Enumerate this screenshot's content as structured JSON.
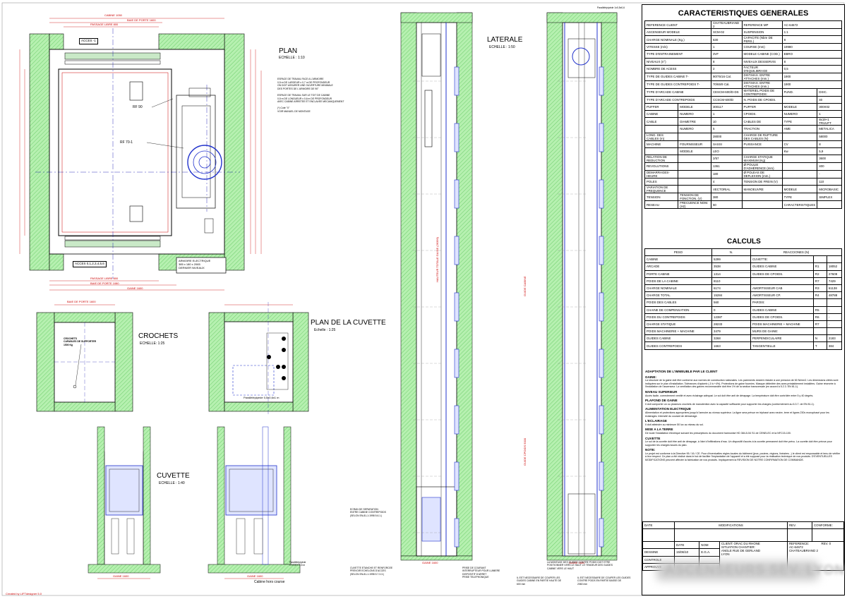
{
  "titles": {
    "plan": "PLAN",
    "plan_scale": "ECHELLE : 1:10",
    "crochets": "CROCHETS",
    "crochets_scale": "ECHELLE: 1:25",
    "plan_cuvette": "PLAN DE LA CUVETTE",
    "plan_cuvette_scale": "Echelle : 1:25",
    "cuvette": "CUVETTE",
    "cuvette_scale": "ECHELLE : 1:40",
    "laterale": "LATERALE",
    "laterale_scale": "ECHELLE : 1:50",
    "cabine_hors_course": "Cabine hors course"
  },
  "plan_labels": {
    "cabine": "CABINE 1050",
    "baie_porte": "BAIE DE PORTE 1600",
    "passage_libre": "PASSAGE LIBRE 800",
    "acces_1": "ACCES -1",
    "acces_2": "ACCES 0,1,2,3,4,5,6",
    "armoire": [
      "ARMOIRE ELECTRIQUE",
      "385 x 180 x 2065",
      "DERNIER NIVEAUX"
    ],
    "rf90": "RF  90",
    "rf701": "RF 70-1",
    "gaine_bottom": "GAINE 1600",
    "passage_bottom": "PASSAGE LIBRE 800",
    "baie_bottom": "BAIE DE PORTE 1080",
    "notes": [
      "ESPACE DE TRAVAIL FACE A L'ARMOIRE",
      "0,5 m DE LARGEUR x 0,7 m DE PROFONDEUR",
      "ON DOIT ASSURER UNE OUVERTURE MINIMALE",
      "DES PORTES DE L'ARMOIRE DE 90°",
      "",
      "ESPACE DE TRAVAIL SUR LE TOIT DE CABINE",
      "0,5 m DE LONGUEUR x 0,6 m DE PROFONDEUR",
      "AVEC CABINE ARRETEE ET ENCLAVEE MECANIQUEMENT",
      "",
      "(*) Cote \"X\"",
      "VOIR MANUEL DE MONTAGE"
    ]
  },
  "cuvette_labels": {
    "baie": "BAIE DE PORTE 1600",
    "crochets_note": [
      "CROCHETS",
      "CAPABLES DE SUPPORTER",
      "1500 Kg"
    ],
    "gaine": "GAINE 1600",
    "parallelepipede": "Parallélépipède 0,5x0,6x1 m",
    "parallelepipede2": "1 x 0,6 x 0,5 m",
    "cuvette_note": [
      "CUVETTE ETANCHE ET RENFORCEE",
      "PREVOIR ECHELONS D'ACCES",
      "(SELON EN-81-1:1998 5.7.3.3.)"
    ],
    "ecran": [
      "ECRAN DE SEPARATION",
      "ENTRE CABINE CONTREPOIDS",
      "(SELON EN-81-1:1998 5.6.1.)"
    ],
    "prise": [
      "PRISE DE COURANT",
      "INTERRUPTEUR POUR LUMIERE",
      "DISPOSITIF D'ARRET",
      "PRISE TELEPHONIQUE"
    ],
    "montage": [
      "LA MONTAGE DES GUIDES CONTRE POIDS DOIT ETRE",
      "POSITIONNER VERS LE HAUT LE TENDEUR DES GUIDES",
      "CABINE VERS LE HAUT"
    ],
    "couper1": [
      "IL EST NECESSAIRE DE COUPER LES",
      "GUIDES CABINE EN PARTIE HAUTE DE",
      "600 mm"
    ],
    "couper2": [
      "IL EST NECESSAIRE DE COUPER LES GUIDES",
      "CONTRE POIDS EN PARTIE BASSE DE",
      "2060 mm"
    ],
    "parallelepipede_top": "Parallélépipède 1x0,5x0,6"
  },
  "laterale_labels": {
    "hauteur_totale": "HAUTEUR TOTALE GAINE (26399)",
    "guide_cabine": "GUIDE CABINE",
    "guide_cp": "GUIDE CPOIDS 5000",
    "gaine": "GAINE 1600"
  },
  "characteristics": {
    "title": "CARACTERISTIQUES GENERALES",
    "rows": [
      [
        "REFERENCE CLIENT",
        "CHATEAUBRIAND 2",
        "REFERENCE MP",
        "AC-64672"
      ],
      [
        "ASCENSEUR MODELE",
        "SCM-02",
        "SUSPENSION",
        "1:1"
      ],
      [
        "CHARGE NOMINALE (Kg.)",
        "630",
        "CAPACITE (Nbre DE PERS.)",
        "8"
      ],
      [
        "VITESSE (m/s)",
        "1",
        "COURSE (mm)",
        "19980"
      ],
      [
        "TYPE D'ENTRAINEMENT",
        "3VF",
        "MODELE CABINE (COD.)",
        "EBRO"
      ],
      [
        "NIVEAUX (n°)",
        "8",
        "NIVEAUX DESSERVIS",
        "8"
      ],
      [
        "NOMBRE DE ACESS",
        "2",
        "FACTEUR D'EQUILIBRAGE",
        "0,5"
      ],
      [
        "TYPE DE GUIDES CABINE T-",
        "90/75/16 Cal.",
        "DIST.MAX. ENTRE ATTACHES (mm.)",
        "1900"
      ],
      [
        "TYPE DE GUIDES CONTREPOIDS T-",
        "70/65/9 Cal.",
        "DIST.MAX. ENTRE ATTACHES (mm.)",
        "1900"
      ],
      [
        "TYPE D'ARCADE CABINE",
        "CESCM-600/D-DS",
        "MATERIEL POIDS DE CONTREPOIDS:",
        "FUND.",
        "DXIC."
      ],
      [
        "TYPE D'ARCADE CONTREPOIDS",
        "CCSCM-600/D",
        "N. POIDS DE CPOIDS.",
        "",
        "40"
      ],
      [
        "PUFFER",
        "MODELE",
        "300117",
        "PUFFER",
        "MODELE",
        "300X02"
      ],
      [
        "CABINE",
        "NUMERO",
        "1",
        "CPOIDS.",
        "NUMERO",
        "1"
      ],
      [
        "CABLE",
        "DIAMETRE",
        "10",
        "CABLES DE",
        "TYPE",
        "8x19+1 TRUUFT"
      ],
      [
        "",
        "NUMERO",
        "5",
        "TRACTION",
        "AME",
        "METALICA"
      ],
      [
        "LONG. DES CABLES (m)",
        "",
        "28000",
        "CHARGE DE RUPTURE DES CABLES (N)",
        "",
        "58000"
      ],
      [
        "MACHINE",
        "FOURNISSEUR",
        "SASSI",
        "PUISSANCE",
        "CV",
        "8"
      ],
      [
        "",
        "MODELE",
        "LEO",
        "",
        "Kw",
        "5,9"
      ],
      [
        "RELATION DE REDUCTION",
        "",
        "2/57",
        "CHARGE STATIQUE MAXIMUM (Kg)",
        "",
        "3600"
      ],
      [
        "REVOLUTIONS",
        "",
        "1361",
        "Ø POULIE D'ADHÉRENCE (mm)",
        "",
        "400"
      ],
      [
        "DEMARRAGES-HEURE",
        "",
        "180",
        "Ø POLEAS DE DEFLEXION (mm.)",
        "",
        "-"
      ],
      [
        "POLES",
        "",
        "4",
        "TENSION DE FREIN (V)",
        "",
        "110"
      ],
      [
        "VARIATION DE FREQUENCE",
        "",
        "VECTORIAL",
        "MANOEUVRE",
        "MODELE",
        "MICROBASIC"
      ],
      [
        "TENSION",
        "TENSION DE FONCTION. (V)",
        "380",
        "",
        "TYPE",
        "SIMPLEX"
      ],
      [
        "RESEAU",
        "FRECUENCE NOM. (Hz)",
        "50",
        "",
        "CARACTERISTIQUES",
        ""
      ]
    ]
  },
  "calculs": {
    "title": "CALCULS",
    "head": [
      "PESO",
      "N.",
      "REACCIONES (N)"
    ],
    "rows": [
      [
        "CABINE",
        "5299",
        "CUVETTE:",
        "",
        ""
      ],
      [
        "ARCADE",
        "3538",
        "GUIDES CABINE",
        "R1",
        "18052"
      ],
      [
        "PORTE CABINE",
        "1314",
        "GUIDES DE CPOIDS.",
        "R2",
        "27609"
      ],
      [
        "POIDS DE LA CABINE",
        "8110",
        "",
        "R7",
        "7429"
      ],
      [
        "CHARGE NOMINALE",
        "6174",
        "AMORTISSEUR CAB",
        "R3",
        "61138"
      ],
      [
        "CHARGE TOTAL",
        "15284",
        "AMORTISSEUR CP.",
        "R4",
        "48788"
      ],
      [
        "POIDS DES CABLES",
        "560",
        "PAROIS:",
        "",
        ""
      ],
      [
        "CHAINE DE COMPENSATION",
        "0",
        "GUIDES CABINE",
        "R5",
        "-"
      ],
      [
        "POIDS DU CONTREPOIDS",
        "12387",
        "GUIDES DE CPOIDS.",
        "R6",
        "-"
      ],
      [
        "CHARGE STATIQUE",
        "28233",
        "POIDS MACHINERIE + MACHINE",
        "R7",
        "-"
      ],
      [
        "POIDS MACHINERIE + MACHINE",
        "3479",
        "MURS DE GAINE:",
        "",
        ""
      ],
      [
        "GUIDES CABINE",
        "3268",
        "PERPENDICULAIRE",
        "N",
        "2183"
      ],
      [
        "GUIDES CONTREPOIDS",
        "1663",
        "TANGENTIELLE",
        "T",
        "384"
      ]
    ]
  },
  "notes": [
    {
      "h": "ADAPTATION DE L'IMMEUBLE PAR LE CLIENT",
      "p": ""
    },
    {
      "h": "GAINE:",
      "p": "La structure de la gaine doit être conforme aux normes de construction nationales. Les parements doivent résister à une pression de 60 N/mm2. Les dimensions citées sont indiquées sur le plan d'installation. Tolérances d'aplomb (-0 à +4%). Protections de gaine fournies. Masque délimitée des axes préalablement installées. Gaine réservée à l'installation de l'ascenseur. La ventilation des gaines recommandée doit être 1% de la section transversale (en accord à 5.2.3. EN 81-1)."
    },
    {
      "h": "NIVEAU SUPERIEUR",
      "p": "Accès facile, correctement ventilé et avec éclairage adéquat. Le sol doit être anti de dérapage. La température doit être contrôlée entre 5 y 40 degrés."
    },
    {
      "h": "PLAFOND DE GAINE",
      "p": "Il doit comporter un ou plusieurs crochets de manutention avec la capacité suffisante pour supporter les charges (conformément au 6.3.7. de EN 81-1)."
    },
    {
      "h": "ALIMENTATION ELECTRIQUE",
      "p": "Alimentation et protections appropriées jusqu'à l'armoire au niveau supérieur. La ligne sera prévue en triphasé avec neutre, terre et lignes 230v monophasé pour les éclairages. Intensité du courant de démarrage."
    },
    {
      "h": "L'ECLAIRAGE",
      "p": "Il doit atteindre au minimum 50 lux au niveau du sol."
    },
    {
      "h": "MISE A LA TERRE",
      "p": "De toute l'installation électrique suivant les prescriptions du document harmonisé HD 384-5-54 S1 de CENELEC et la NFC15-100."
    },
    {
      "h": "CUVETTE",
      "p": "Le sol de la cuvette doit être anti de dérapage, à l'abri d'infiltrations d'eau. Un dispositif d'accès à la cuvette permanent doit être prévu. La cuvette doit être prévue pour supporter les charges issues du plan."
    },
    {
      "h": "NOTE:",
      "p": "Le projet est conforme à la Directive 95 / 16 / CE. Pour d'éventuelles règles locales du bâtiment (jeux, poutres, régions, linéaires...) le client est responsable et tenu de vérifier à leur respect. Ce plan a été réalisé dans le but de faciliter l'implantation de l'appareil et a été supposé pour la réalisation technique de nos produits. D'EVENTUELLES MODIFICATIONS peuvent affecter la fabrication de nos produits. Impliquement la REVISION DE NOTRE CONFIRMATION DE COMMANDE."
    }
  ],
  "titleblock": {
    "date": "DATE",
    "modifications": "MODIFICATIONS",
    "rev": "REV.",
    "conforme": "CONFORME:",
    "col_date": "DATE",
    "col_nom": "NOM",
    "dessine": "DESSINE",
    "dessine_date": "15/06/10",
    "dessine_nom": "E.G.A.",
    "controle": "CONTROLE",
    "approuve": "APPROUVE",
    "client_label": "CLIENT:",
    "client": "ORAC DU RHONE",
    "situation_label": "SITUATION CHANTIER:",
    "situation": [
      "ANGLE RUE DE GERLAND",
      "LYON"
    ],
    "reference_label": "REFERENCE:",
    "reference": "AC-64672",
    "rev_value": "REV. 0",
    "chateaubriand": "CHATEAUBRIAND 2",
    "company": "ASCENSEURS SEV. LYON"
  },
  "footer": "Created by LIFTdesigner 5.0"
}
